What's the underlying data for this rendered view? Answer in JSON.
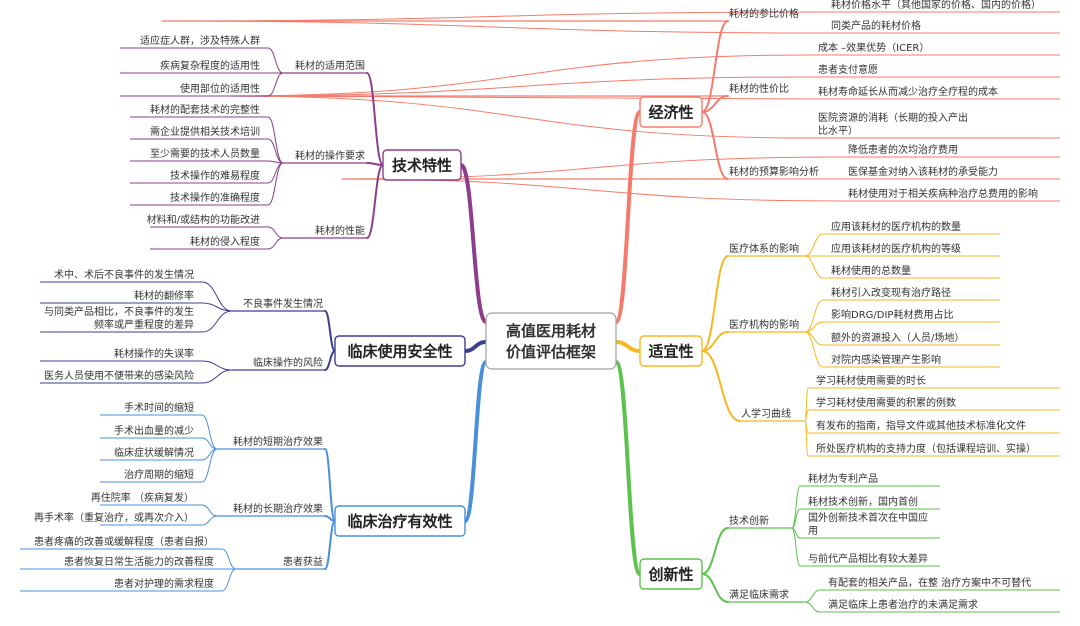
{
  "center": {
    "line1": "高值医用耗材",
    "line2": "价值评估框架"
  },
  "colors": {
    "economy": "#f47b6b",
    "suitability": "#f5b820",
    "innovation": "#5cc24d",
    "technical": "#8c3e8c",
    "safety": "#3d3f8f",
    "efficacy": "#4a90d9"
  },
  "branches": {
    "economy": {
      "title": "经济性",
      "subs": [
        {
          "label": "耗材的参比价格",
          "leaves": [
            "耗材价格水平（其他国家的价格、国内的价格）",
            "同类产品的耗材价格"
          ]
        },
        {
          "label": "耗材的性价比",
          "leaves": [
            "成本 –效果优势（ICER）",
            "患者支付意愿",
            "耗材寿命延长从而减少治疗全疗程的成本",
            "医院资源的消耗（长期的投入产出|比水平）"
          ]
        },
        {
          "label": "耗材的预算影响分析",
          "leaves": [
            "降低患者的次均治疗费用",
            "医保基金对纳入该耗材的承受能力",
            "耗材使用对于相关疾病种治疗总费用的影响"
          ]
        }
      ]
    },
    "suitability": {
      "title": "适宜性",
      "subs": [
        {
          "label": "医疗体系的影响",
          "leaves": [
            "应用该耗材的医疗机构的数量",
            "应用该耗材的医疗机构的等级",
            "耗材使用的总数量"
          ]
        },
        {
          "label": "医疗机构的影响",
          "leaves": [
            "耗材引入改变现有治疗路径",
            "影响DRG/DIP耗材费用占比",
            "额外的资源投入（人员/场地）",
            "对院内感染管理产生影响"
          ]
        },
        {
          "label": "人学习曲线",
          "leaves": [
            "学习耗材使用需要的时长",
            "学习耗材使用需要的积累的例数",
            "有发布的指南，指导文件或其他技术标准化文件",
            "所处医疗机构的支持力度（包括课程培训、实操）"
          ]
        }
      ]
    },
    "innovation": {
      "title": "创新性",
      "subs": [
        {
          "label": "技术创新",
          "leaves": [
            "耗材为专利产品",
            "耗材技术创新，国内首创",
            "国外创新技术首次在中国应|用",
            "与前代产品相比有较大差异"
          ]
        },
        {
          "label": "满足临床需求",
          "leaves": [
            "有配套的相关产品，在整   治疗方案中不可替代",
            "满足临床上患者治疗的未满足需求"
          ]
        }
      ]
    },
    "technical": {
      "title": "技术特性",
      "subs": [
        {
          "label": "耗材的适用范围",
          "leaves": [
            "适应症人群，涉及特殊人群",
            "疾病复杂程度的适用性",
            "使用部位的适用性"
          ]
        },
        {
          "label": "耗材的操作要求",
          "leaves": [
            "耗材的配套技术的完整性",
            "需企业提供相关技术培训",
            "至少需要的技术人员数量",
            "技术操作的难易程度",
            "技术操作的准确程度"
          ]
        },
        {
          "label": "耗材的性能",
          "leaves": [
            "材料和/或结构的功能改进",
            "耗材的侵入程度"
          ]
        }
      ]
    },
    "safety": {
      "title": "临床使用安全性",
      "subs": [
        {
          "label": "不良事件发生情况",
          "leaves": [
            "术中、术后不良事件的发生情况",
            "耗材的翻修率",
            "与同类产品相比，不良事件的发生|频率或严重程度的差异"
          ]
        },
        {
          "label": "临床操作的风险",
          "leaves": [
            "耗材操作的失误率",
            "医务人员使用不便带来的感染风险"
          ]
        }
      ]
    },
    "efficacy": {
      "title": "临床治疗有效性",
      "subs": [
        {
          "label": "耗材的短期治疗效果",
          "leaves": [
            "手术时间的缩短",
            "手术出血量的减少",
            "临床症状缓解情况",
            "治疗周期的缩短"
          ]
        },
        {
          "label": "耗材的长期治疗效果",
          "leaves": [
            "再住院率 （疾病复发）",
            "再手术率（重复治疗，或再次介入）"
          ]
        },
        {
          "label": "患者获益",
          "leaves": [
            "患者疼痛的改善或缓解程度（患者自报）",
            "患者恢复日常生活能力的改善程度",
            "患者对护理的需求程度"
          ]
        }
      ]
    }
  }
}
